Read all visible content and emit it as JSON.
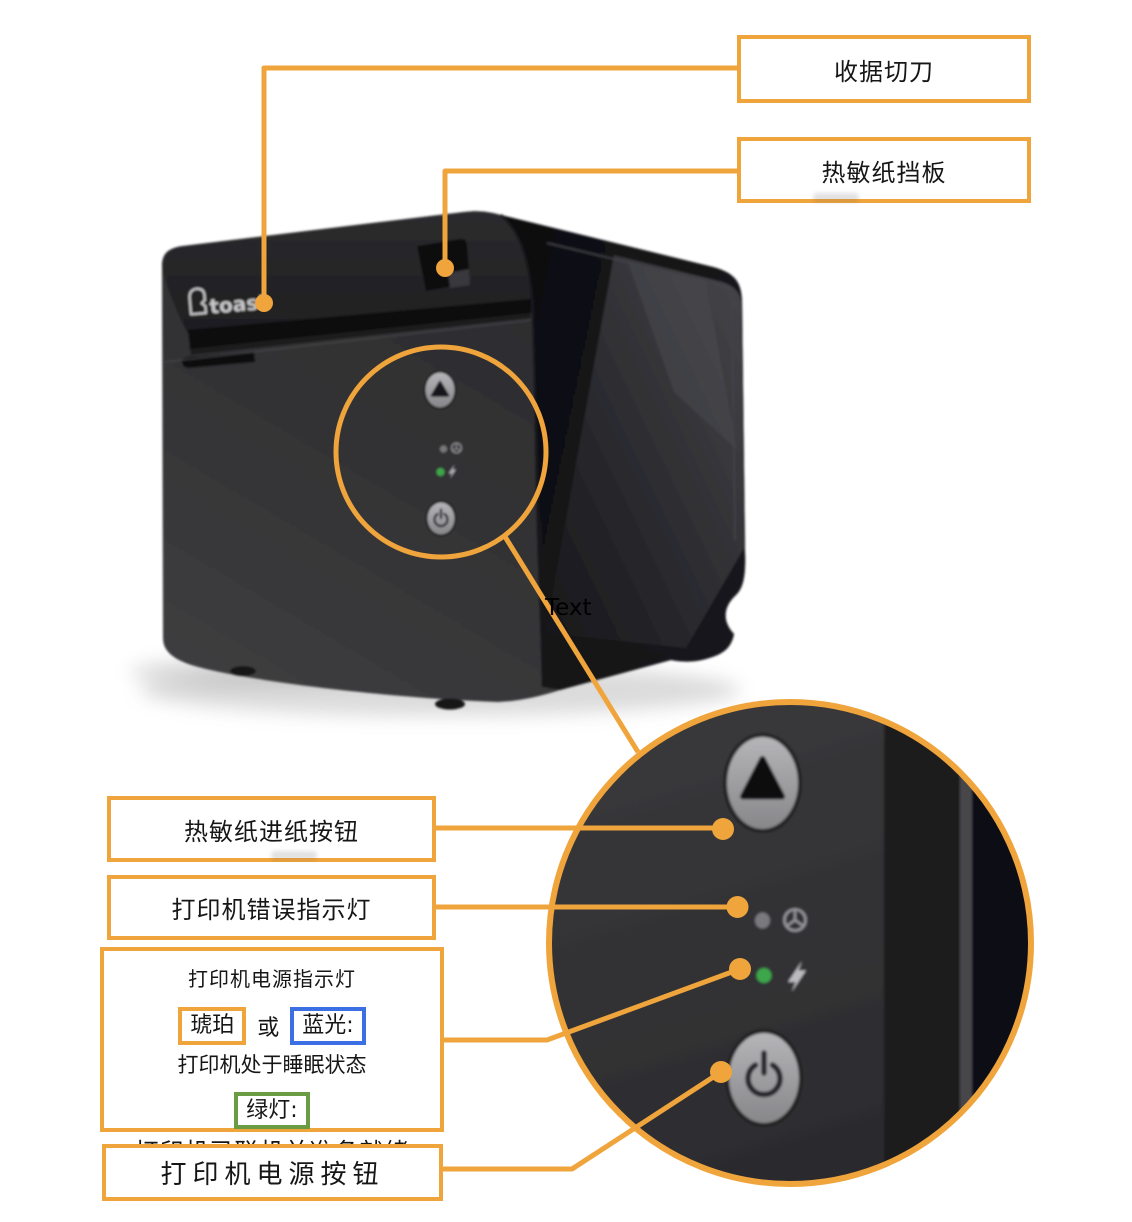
{
  "page": {
    "background": "#ffffff"
  },
  "colors": {
    "annotation_orange": "#F0A43C",
    "amber_chip_border": "#F0A43C",
    "blue_chip_border": "#3B6FE3",
    "green_chip_border": "#6A9C43",
    "power_led_green": "#3CA64C"
  },
  "printer": {
    "brand": "toast",
    "stray_text": "Text"
  },
  "icons": {
    "feed_button": "up-triangle",
    "error_led": "paper-cutter-circle",
    "power_led": "lightning-bolt",
    "power_button": "power-symbol"
  },
  "callouts": {
    "receipt_cutter": "收据切刀",
    "paper_guard": "热敏纸挡板",
    "feed_button": "热敏纸进纸按钮",
    "error_light": "打印机错误指示灯",
    "power_button": "打印机电源按钮",
    "power_box": {
      "title": "打印机电源指示灯",
      "amber": "琥珀",
      "or": "或",
      "blue": "蓝光:",
      "sleep": "打印机处于睡眠状态",
      "green": "绿灯:",
      "ready": "打印机已联机并准备就绪"
    }
  }
}
